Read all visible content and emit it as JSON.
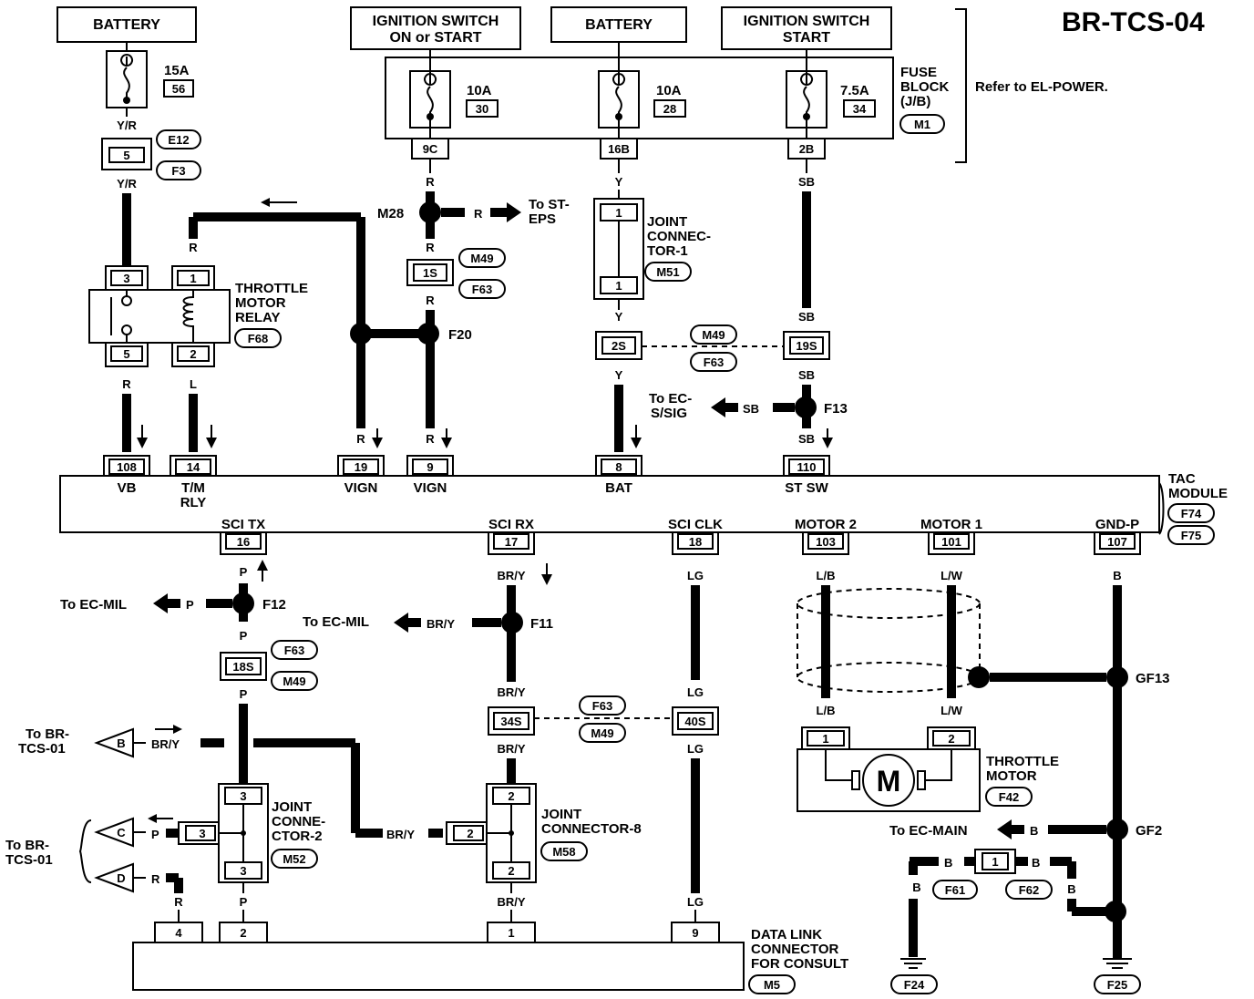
{
  "page_id": "BR-TCS-04",
  "top_boxes": {
    "battery_left": "BATTERY",
    "ign_on_start_line1": "IGNITION SWITCH",
    "ign_on_start_line2": "ON or START",
    "battery_mid": "BATTERY",
    "ign_start_line1": "IGNITION SWITCH",
    "ign_start_line2": "START"
  },
  "fuses": {
    "f56": {
      "amps": "15A",
      "no": "56"
    },
    "f30": {
      "amps": "10A",
      "no": "30"
    },
    "f28": {
      "amps": "10A",
      "no": "28"
    },
    "f34": {
      "amps": "7.5A",
      "no": "34"
    }
  },
  "fuse_block": {
    "line1": "FUSE",
    "line2": "BLOCK",
    "line3": "(J/B)",
    "connector": "M1",
    "refer": "Refer to EL-POWER."
  },
  "connectors": {
    "E12": "E12",
    "F3": "F3",
    "M49": "M49",
    "F63": "F63",
    "M51": "M51",
    "F68": "F68",
    "F74": "F74",
    "F75": "F75",
    "F42": "F42",
    "M52": "M52",
    "M58": "M58",
    "M5": "M5",
    "F61": "F61",
    "F62": "F62",
    "F24": "F24",
    "F25": "F25"
  },
  "splices": {
    "M28": "M28",
    "F20": "F20",
    "F13": "F13",
    "F12": "F12",
    "F11": "F11",
    "GF13": "GF13",
    "GF2": "GF2"
  },
  "wire_colors": {
    "YR": "Y/R",
    "R": "R",
    "Y": "Y",
    "SB": "SB",
    "L": "L",
    "P": "P",
    "BRY": "BR/Y",
    "LG": "LG",
    "LB": "L/B",
    "LW": "L/W",
    "B": "B"
  },
  "pins": {
    "p9C": "9C",
    "p16B": "16B",
    "p2B": "2B",
    "p5": "5",
    "p3": "3",
    "p1": "1",
    "p2": "2",
    "p1S": "1S",
    "p2S": "2S",
    "p19S": "19S",
    "p108": "108",
    "p14": "14",
    "p19": "19",
    "p9": "9",
    "p8": "8",
    "p110": "110",
    "p16": "16",
    "p17": "17",
    "p18": "18",
    "p103": "103",
    "p101": "101",
    "p107": "107",
    "p18S": "18S",
    "p34S": "34S",
    "p40S": "40S",
    "p4": "4"
  },
  "labels": {
    "to_st_eps_1": "To ST-",
    "to_st_eps_2": "EPS",
    "joint1_1": "JOINT",
    "joint1_2": "CONNEC-",
    "joint1_3": "TOR-1",
    "relay_1": "THROTTLE",
    "relay_2": "MOTOR",
    "relay_3": "RELAY",
    "to_ecs_1": "To EC-",
    "to_ecs_2": "S/SIG",
    "tac_1": "TAC",
    "tac_2": "MODULE",
    "term_vb": "VB",
    "term_tm1": "T/M",
    "term_tm2": "RLY",
    "term_vign1": "VIGN",
    "term_vign2": "VIGN",
    "term_bat": "BAT",
    "term_stsw": "ST SW",
    "term_scitx": "SCI TX",
    "term_scirx": "SCI RX",
    "term_sciclk": "SCI CLK",
    "term_motor2": "MOTOR 2",
    "term_motor1": "MOTOR 1",
    "term_gndp": "GND-P",
    "to_ecmil_1": "To EC-MIL",
    "to_ecmil_2": "To EC-MIL",
    "to_br1_1": "To BR-",
    "to_br1_2": "TCS-01",
    "to_br2_1": "To BR-",
    "to_br2_2": "TCS-01",
    "arrow_b": "B",
    "arrow_c": "C",
    "arrow_d": "D",
    "joint2_1": "JOINT",
    "joint2_2": "CONNE-",
    "joint2_3": "CTOR-2",
    "joint8_1": "JOINT",
    "joint8_2": "CONNECTOR-8",
    "motor_sym": "M",
    "tmotor_1": "THROTTLE",
    "tmotor_2": "MOTOR",
    "to_ecmain": "To EC-MAIN",
    "dlc_1": "DATA LINK",
    "dlc_2": "CONNECTOR",
    "dlc_3": "FOR CONSULT"
  }
}
